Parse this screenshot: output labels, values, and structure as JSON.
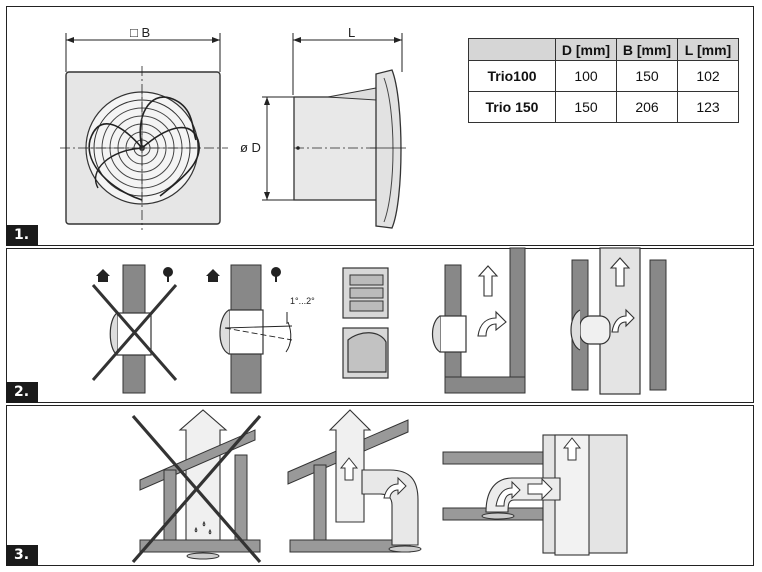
{
  "panels": [
    {
      "number": "1."
    },
    {
      "number": "2."
    },
    {
      "number": "3."
    }
  ],
  "dimensions": {
    "b_label": "□ B",
    "l_label": "L",
    "d_label": "ø D",
    "angle_label": "1°...2°"
  },
  "spec_table": {
    "headers": [
      "",
      "D [mm]",
      "B [mm]",
      "L  [mm]"
    ],
    "rows": [
      {
        "model": "Trio100",
        "d": "100",
        "b": "150",
        "l": "102"
      },
      {
        "model": "Trio 150",
        "d": "150",
        "b": "206",
        "l": "123"
      }
    ]
  }
}
